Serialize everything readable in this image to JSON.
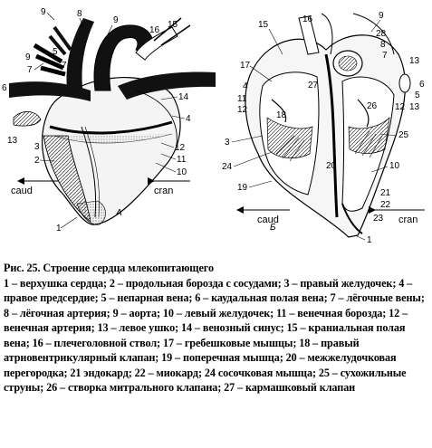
{
  "figure": {
    "left_panel_letter": "A",
    "right_panel_letter": "Б",
    "direction": {
      "caud": "caud",
      "cran": "cran"
    },
    "left_labels": [
      "9",
      "8",
      "7",
      "5",
      "6",
      "13",
      "3",
      "2",
      "1",
      "16",
      "15",
      "14",
      "4",
      "12",
      "11",
      "10"
    ],
    "right_labels": [
      "15",
      "16",
      "9",
      "28",
      "8",
      "7",
      "13",
      "6",
      "5",
      "17",
      "4",
      "11",
      "12",
      "18",
      "27",
      "26",
      "25",
      "3",
      "24",
      "20",
      "10",
      "19",
      "21",
      "22",
      "23",
      "1"
    ]
  },
  "caption": {
    "title": "Рис. 25. Строение сердца млекопитающего",
    "body": "1 – верхушка сердца; 2 – продольная борозда с сосудами; 3 – правый желудочек; 4 – правое предсердие; 5 – непарная вена; 6 – каудальная полая вена; 7 – лёгочные вены; 8 – лёгочная артерия; 9 – аорта; 10 – левый желудочек; 11 – венечная борозда; 12 – венечная артерия; 13 – левое ушко; 14 – венозный синус; 15 – краниальная полая вена; 16 – плечеголовной ствол; 17 – гребешковые мышцы; 18 – правый атриовентрикулярный клапан; 19 – поперечная мышца; 20 – межжелудочковая перегородка; 21 эндокард; 22 – миокард; 24 сосочковая мышца; 25 – сухожильные струны; 26 – створка митрального клапана; 27 – кармашковый клапан"
  }
}
